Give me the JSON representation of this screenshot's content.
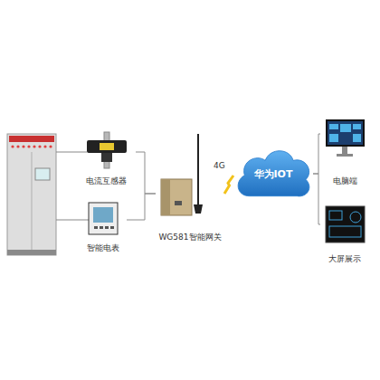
{
  "diagram": {
    "nodes": [
      {
        "text": [
          "电流互感器"
        ]
      },
      {
        "text": [
          "智能电表"
        ]
      },
      {
        "text": [
          "WG581智能网关"
        ]
      },
      {
        "text": [
          "华为IOT"
        ]
      },
      {
        "text": [
          "电脑端"
        ]
      },
      {
        "text": [
          "大屏展示"
        ]
      }
    ],
    "edges": [
      {
        "from": 0,
        "to": 2,
        "arrow": "none"
      },
      {
        "from": 1,
        "to": 2,
        "arrow": "none"
      },
      {
        "from": 2,
        "to": 3,
        "label": "4G",
        "arrow": "none"
      },
      {
        "from": 3,
        "to": 4,
        "arrow": "none"
      },
      {
        "from": 3,
        "to": 5,
        "arrow": "none"
      }
    ]
  }
}
